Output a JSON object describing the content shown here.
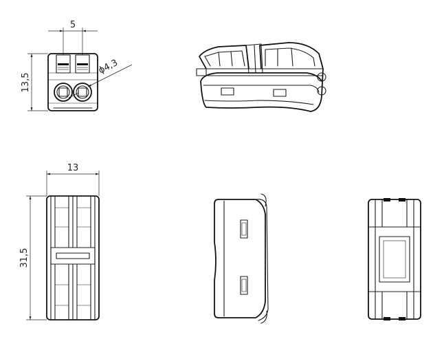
{
  "dimensions": {
    "pitch": "5",
    "front_height": "13,5",
    "hole_diameter": "ϕ4,3",
    "width": "13",
    "length": "31,5"
  }
}
